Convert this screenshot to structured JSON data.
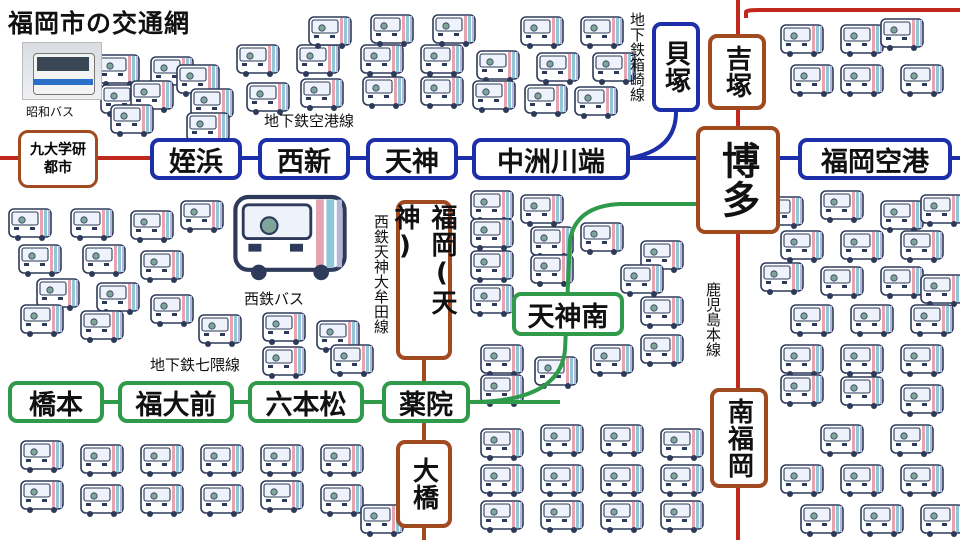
{
  "title": "福岡市の交通網",
  "photo_label": "昭和バス",
  "nishitetsu_label": "西鉄バス",
  "bus_icon_name": "bus-icon",
  "colors": {
    "blue_line": "#1d2fa8",
    "green_line": "#2f9a49",
    "brown_line": "#a24a1f",
    "red_line": "#c0281e"
  },
  "line_labels": {
    "kuko": "地下鉄空港線",
    "nanakuma": "地下鉄七隈線",
    "hakozaki": "地下鉄箱崎線",
    "tenjin_omuta": "西鉄天神大牟田線",
    "kagoshima": "鹿児島本線"
  },
  "stations": {
    "kyudai": "九大学研都市",
    "meinohama": "姪浜",
    "nishijin": "西新",
    "tenjin": "天神",
    "nakasu": "中洲川端",
    "hakata": "博多",
    "airport": "福岡空港",
    "kaizuka": "貝塚",
    "yoshizuka": "吉塚",
    "fukuoka_tenjin": "福岡(天神)",
    "tenjinminami": "天神南",
    "hashimoto": "橋本",
    "fukudaimae": "福大前",
    "ropponmatsu": "六本松",
    "yakuin": "薬院",
    "ohashi": "大橋",
    "minamifukuoka": "南福岡"
  }
}
